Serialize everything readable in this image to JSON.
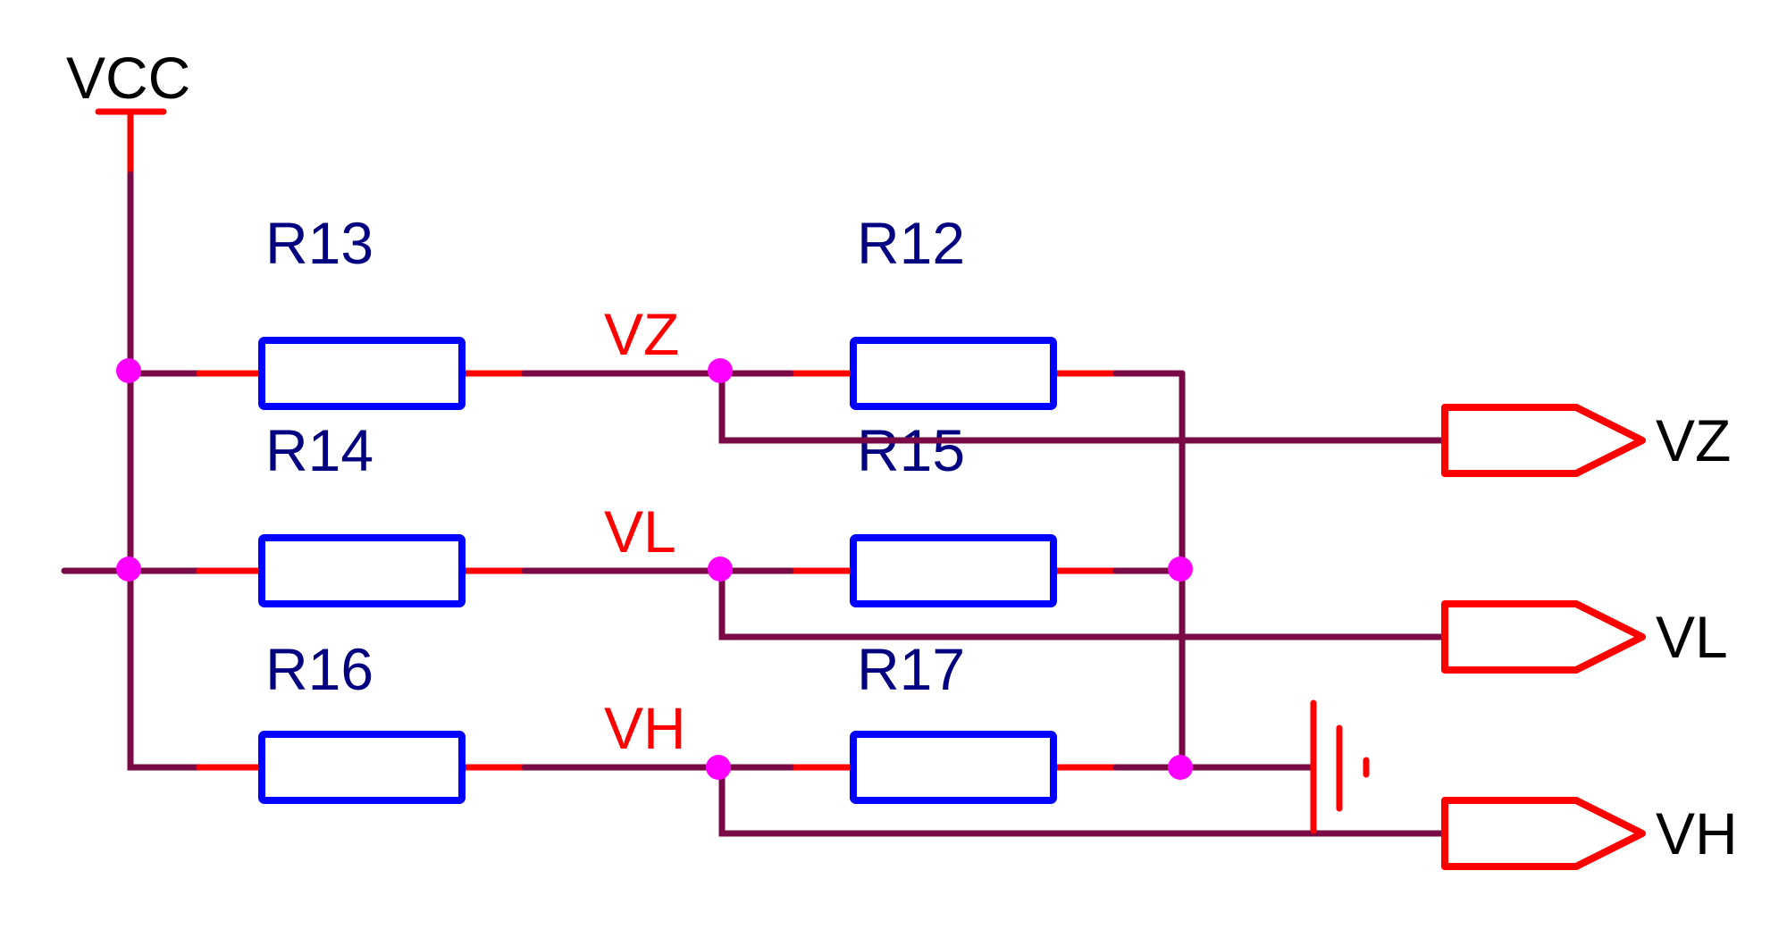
{
  "diagram": {
    "type": "circuit-schematic",
    "power": {
      "label": "VCC",
      "icon": "power-bar-icon"
    },
    "ground": {
      "icon": "ground-symbol-icon"
    },
    "colors": {
      "wire": "#7a0a46",
      "pin": "#ff0000",
      "resistor": "#0000ff",
      "junction": "#ff00ff",
      "ref_label": "#000080",
      "net_label": "#ff0000",
      "port_label": "#000000"
    },
    "resistors": [
      {
        "ref": "R13",
        "row": 0,
        "column": "left"
      },
      {
        "ref": "R12",
        "row": 0,
        "column": "right"
      },
      {
        "ref": "R14",
        "row": 1,
        "column": "left"
      },
      {
        "ref": "R15",
        "row": 1,
        "column": "right"
      },
      {
        "ref": "R16",
        "row": 2,
        "column": "left"
      },
      {
        "ref": "R17",
        "row": 2,
        "column": "right"
      }
    ],
    "net_labels": [
      "VZ",
      "VL",
      "VH"
    ],
    "ports": [
      {
        "label": "VZ",
        "direction": "output"
      },
      {
        "label": "VL",
        "direction": "output"
      },
      {
        "label": "VH",
        "direction": "output"
      }
    ],
    "connections": [
      "VCC -> R13, R14, R16 (left rail)",
      "R13 -> VZ -> R12",
      "R14 -> VL -> R15",
      "R16 -> VH -> R17",
      "R12, R15, R17 -> GND (right rail)",
      "VZ -> port VZ",
      "VL -> port VL",
      "VH -> port VH"
    ]
  }
}
